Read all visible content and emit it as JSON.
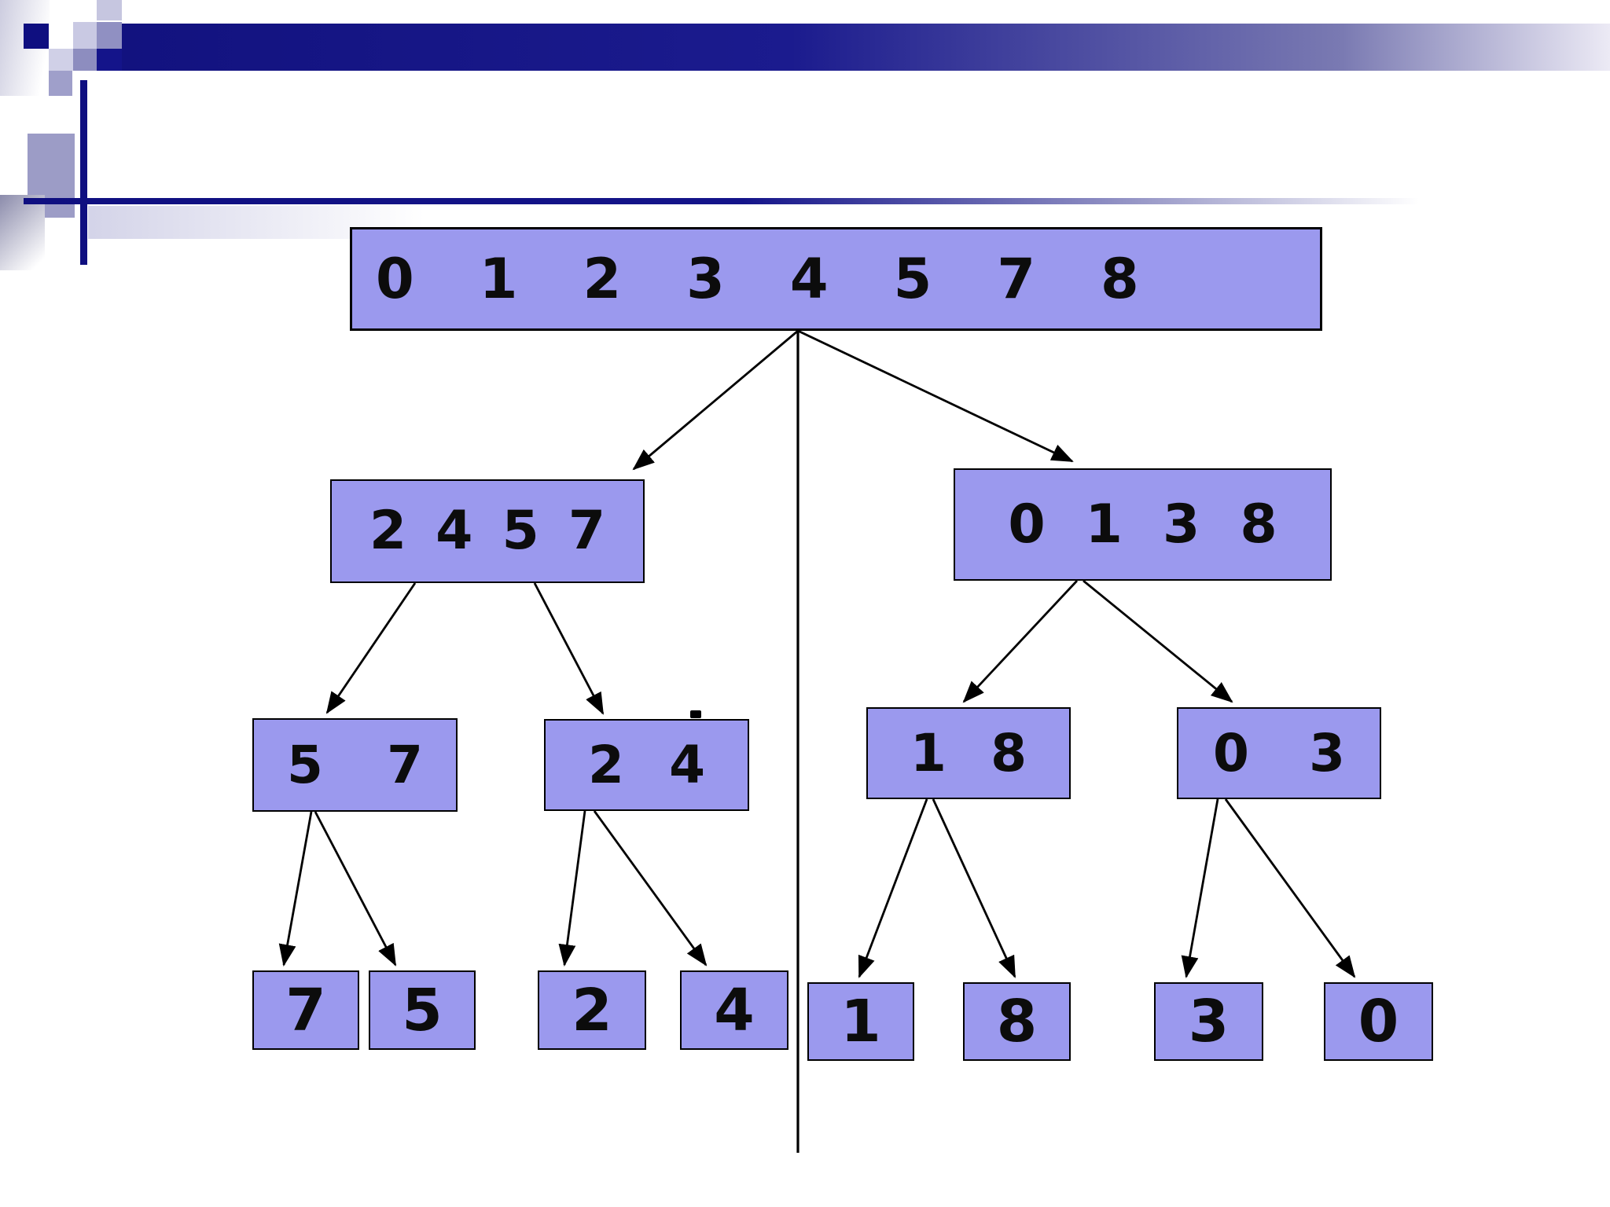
{
  "colors": {
    "node_fill": "#9b99ee",
    "node_border": "#000000",
    "edge_color": "#000000",
    "accent_navy": "#0f0f80"
  },
  "tree": {
    "root": {
      "values": [
        "0",
        "1",
        "2",
        "3",
        "4",
        "5",
        "7",
        "8"
      ]
    },
    "level1": [
      {
        "values": [
          "2",
          "4",
          "5",
          "7"
        ]
      },
      {
        "values": [
          "0",
          "1",
          "3",
          "8"
        ]
      }
    ],
    "level2": [
      {
        "values": [
          "5",
          "7"
        ]
      },
      {
        "values": [
          "2",
          "4"
        ]
      },
      {
        "values": [
          "1",
          "8"
        ]
      },
      {
        "values": [
          "0",
          "3"
        ]
      }
    ],
    "leaves": [
      {
        "value": "7"
      },
      {
        "value": "5"
      },
      {
        "value": "2"
      },
      {
        "value": "4"
      },
      {
        "value": "1"
      },
      {
        "value": "8"
      },
      {
        "value": "3"
      },
      {
        "value": "0"
      }
    ]
  }
}
